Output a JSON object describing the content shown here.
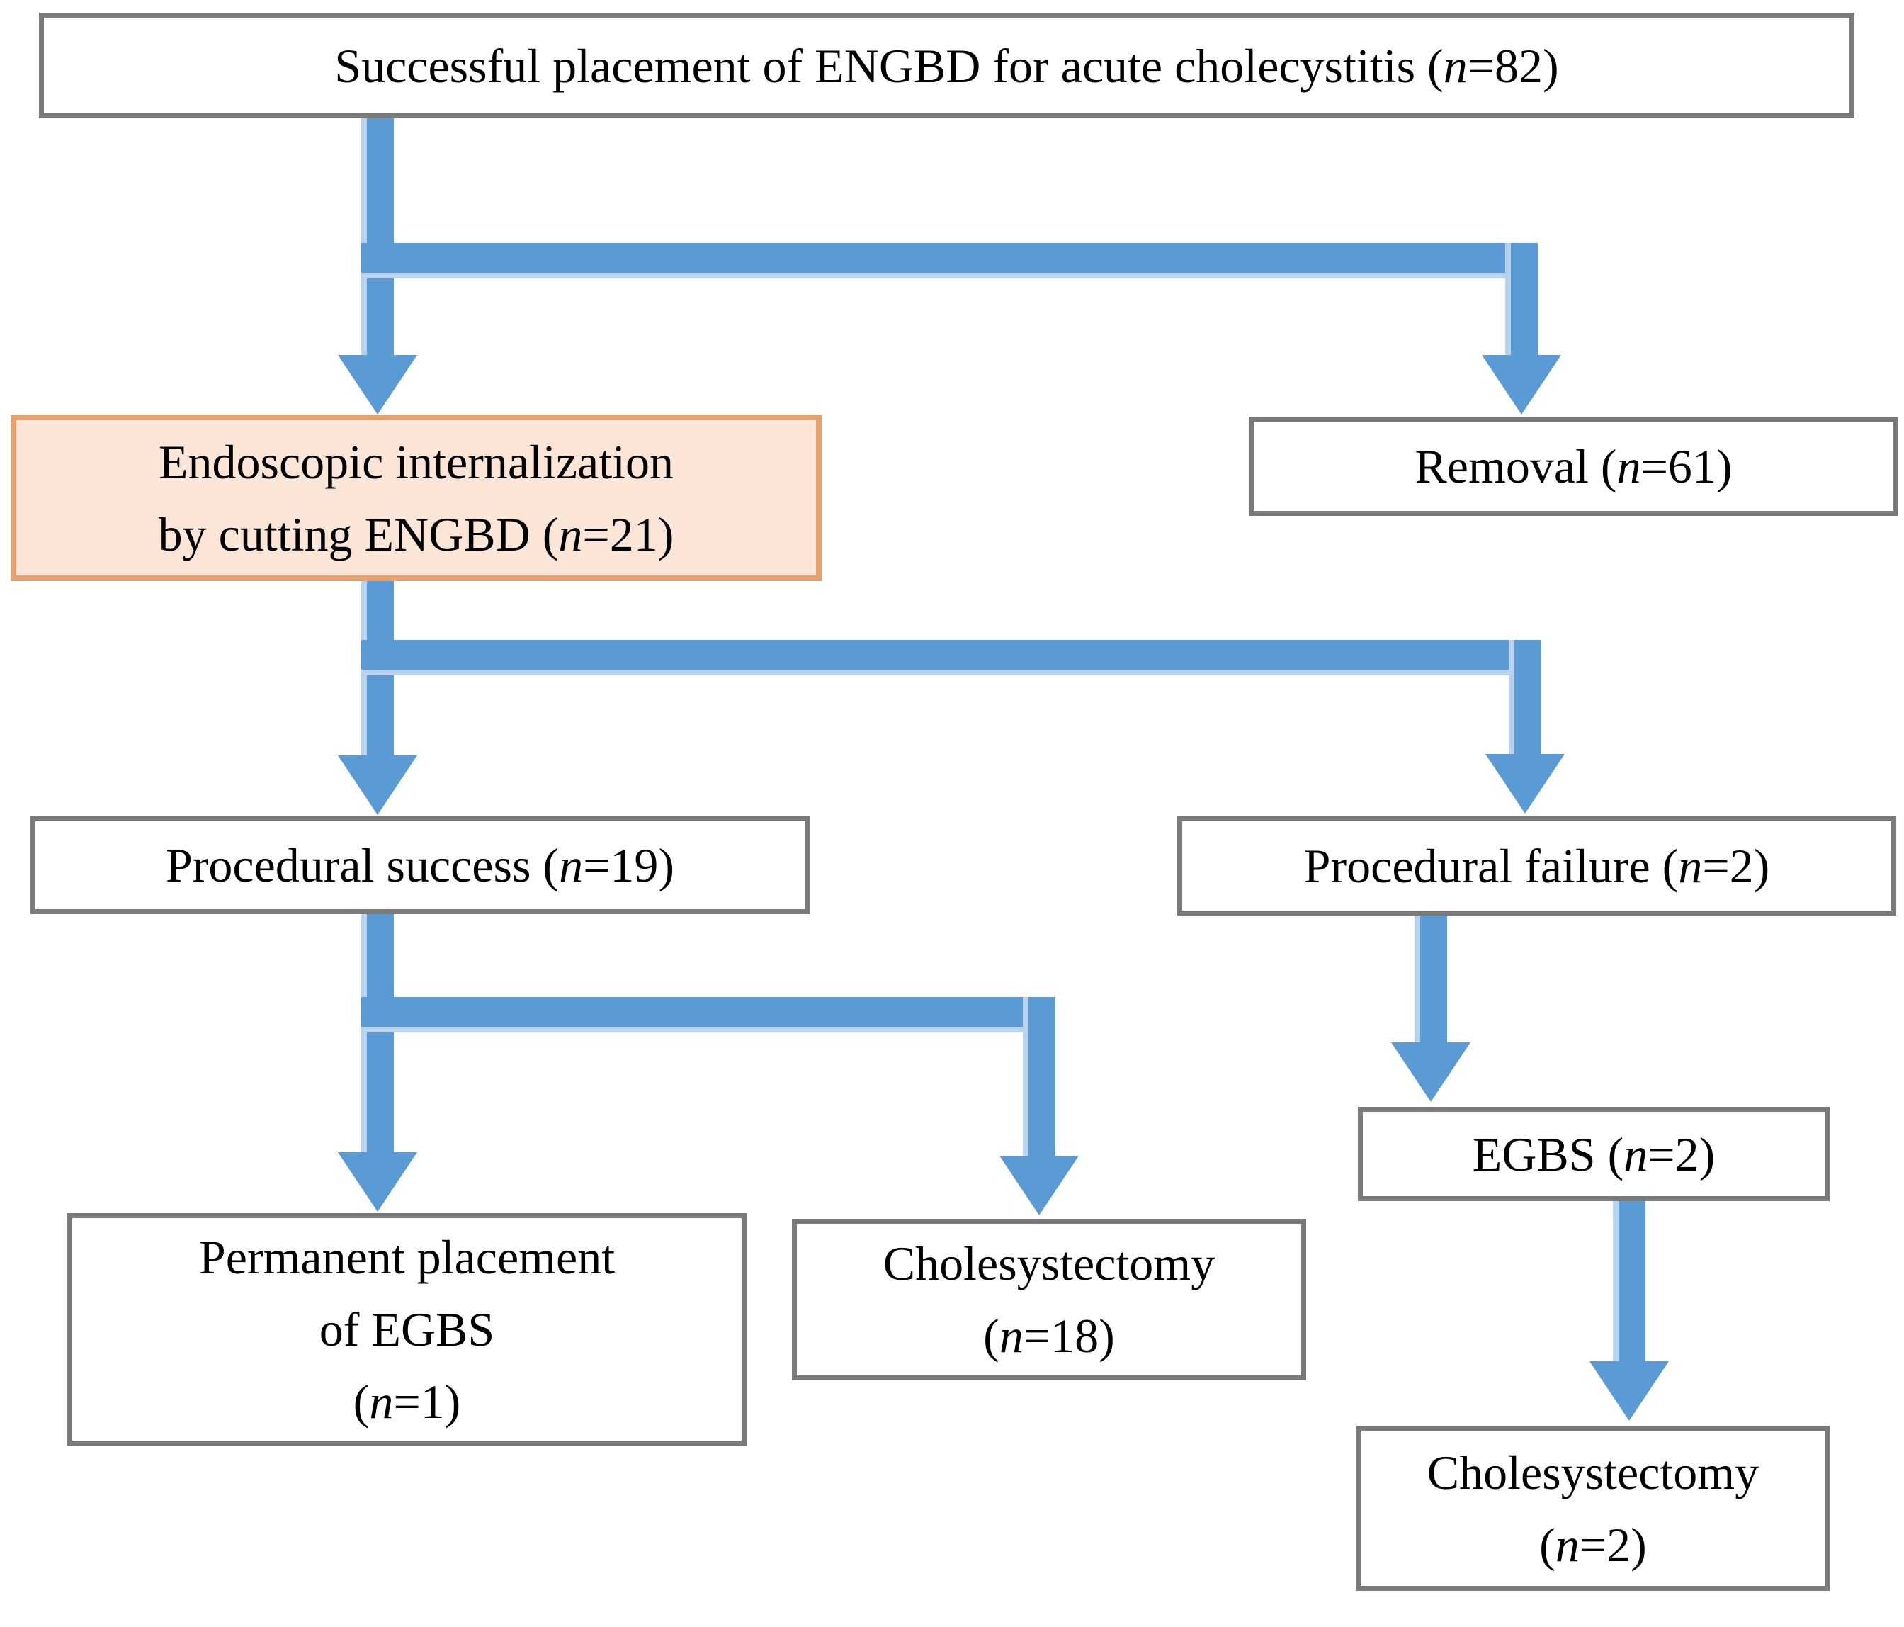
{
  "figure": {
    "type": "flowchart",
    "background": "#ffffff",
    "colors": {
      "arrow": "#5b9bd5",
      "arrow_light_edge": "#b9d3ee",
      "box_border": "#7a7a7a",
      "highlight_fill": "#fbe5d6",
      "highlight_border": "#e5a26f",
      "text": "#000000"
    },
    "nodes": {
      "top": {
        "lines": [
          [
            {
              "t": "Successful placement of ENGBD for acute cholecystitis ("
            },
            {
              "t": "n",
              "i": true
            },
            {
              "t": "=82)"
            }
          ]
        ]
      },
      "internalization": {
        "highlighted": true,
        "lines": [
          [
            {
              "t": "Endoscopic internalization"
            }
          ],
          [
            {
              "t": "by cutting ENGBD ("
            },
            {
              "t": "n",
              "i": true
            },
            {
              "t": "=21)"
            }
          ]
        ]
      },
      "removal": {
        "lines": [
          [
            {
              "t": "Removal ("
            },
            {
              "t": "n",
              "i": true
            },
            {
              "t": "=61)"
            }
          ]
        ]
      },
      "success": {
        "lines": [
          [
            {
              "t": "Procedural success ("
            },
            {
              "t": "n",
              "i": true
            },
            {
              "t": "=19)"
            }
          ]
        ]
      },
      "failure": {
        "lines": [
          [
            {
              "t": "Procedural failure ("
            },
            {
              "t": "n",
              "i": true
            },
            {
              "t": "=2)"
            }
          ]
        ]
      },
      "permanent": {
        "lines": [
          [
            {
              "t": "Permanent placement"
            }
          ],
          [
            {
              "t": "of EGBS"
            }
          ],
          [
            {
              "t": "("
            },
            {
              "t": "n",
              "i": true
            },
            {
              "t": "=1)"
            }
          ]
        ]
      },
      "cholecystectomy18": {
        "lines": [
          [
            {
              "t": "Cholesystectomy"
            }
          ],
          [
            {
              "t": "("
            },
            {
              "t": "n",
              "i": true
            },
            {
              "t": "=18)"
            }
          ]
        ]
      },
      "egbs": {
        "lines": [
          [
            {
              "t": "EGBS ("
            },
            {
              "t": "n",
              "i": true
            },
            {
              "t": "=2)"
            }
          ]
        ]
      },
      "cholecystectomy2": {
        "lines": [
          [
            {
              "t": "Cholesystectomy"
            }
          ],
          [
            {
              "t": "("
            },
            {
              "t": "n",
              "i": true
            },
            {
              "t": "=2)"
            }
          ]
        ]
      }
    },
    "edges": [
      {
        "from": "top",
        "to": "internalization"
      },
      {
        "from": "top",
        "to": "removal"
      },
      {
        "from": "internalization",
        "to": "success"
      },
      {
        "from": "internalization",
        "to": "failure"
      },
      {
        "from": "success",
        "to": "permanent"
      },
      {
        "from": "success",
        "to": "cholecystectomy18"
      },
      {
        "from": "failure",
        "to": "egbs"
      },
      {
        "from": "egbs",
        "to": "cholecystectomy2"
      }
    ]
  }
}
